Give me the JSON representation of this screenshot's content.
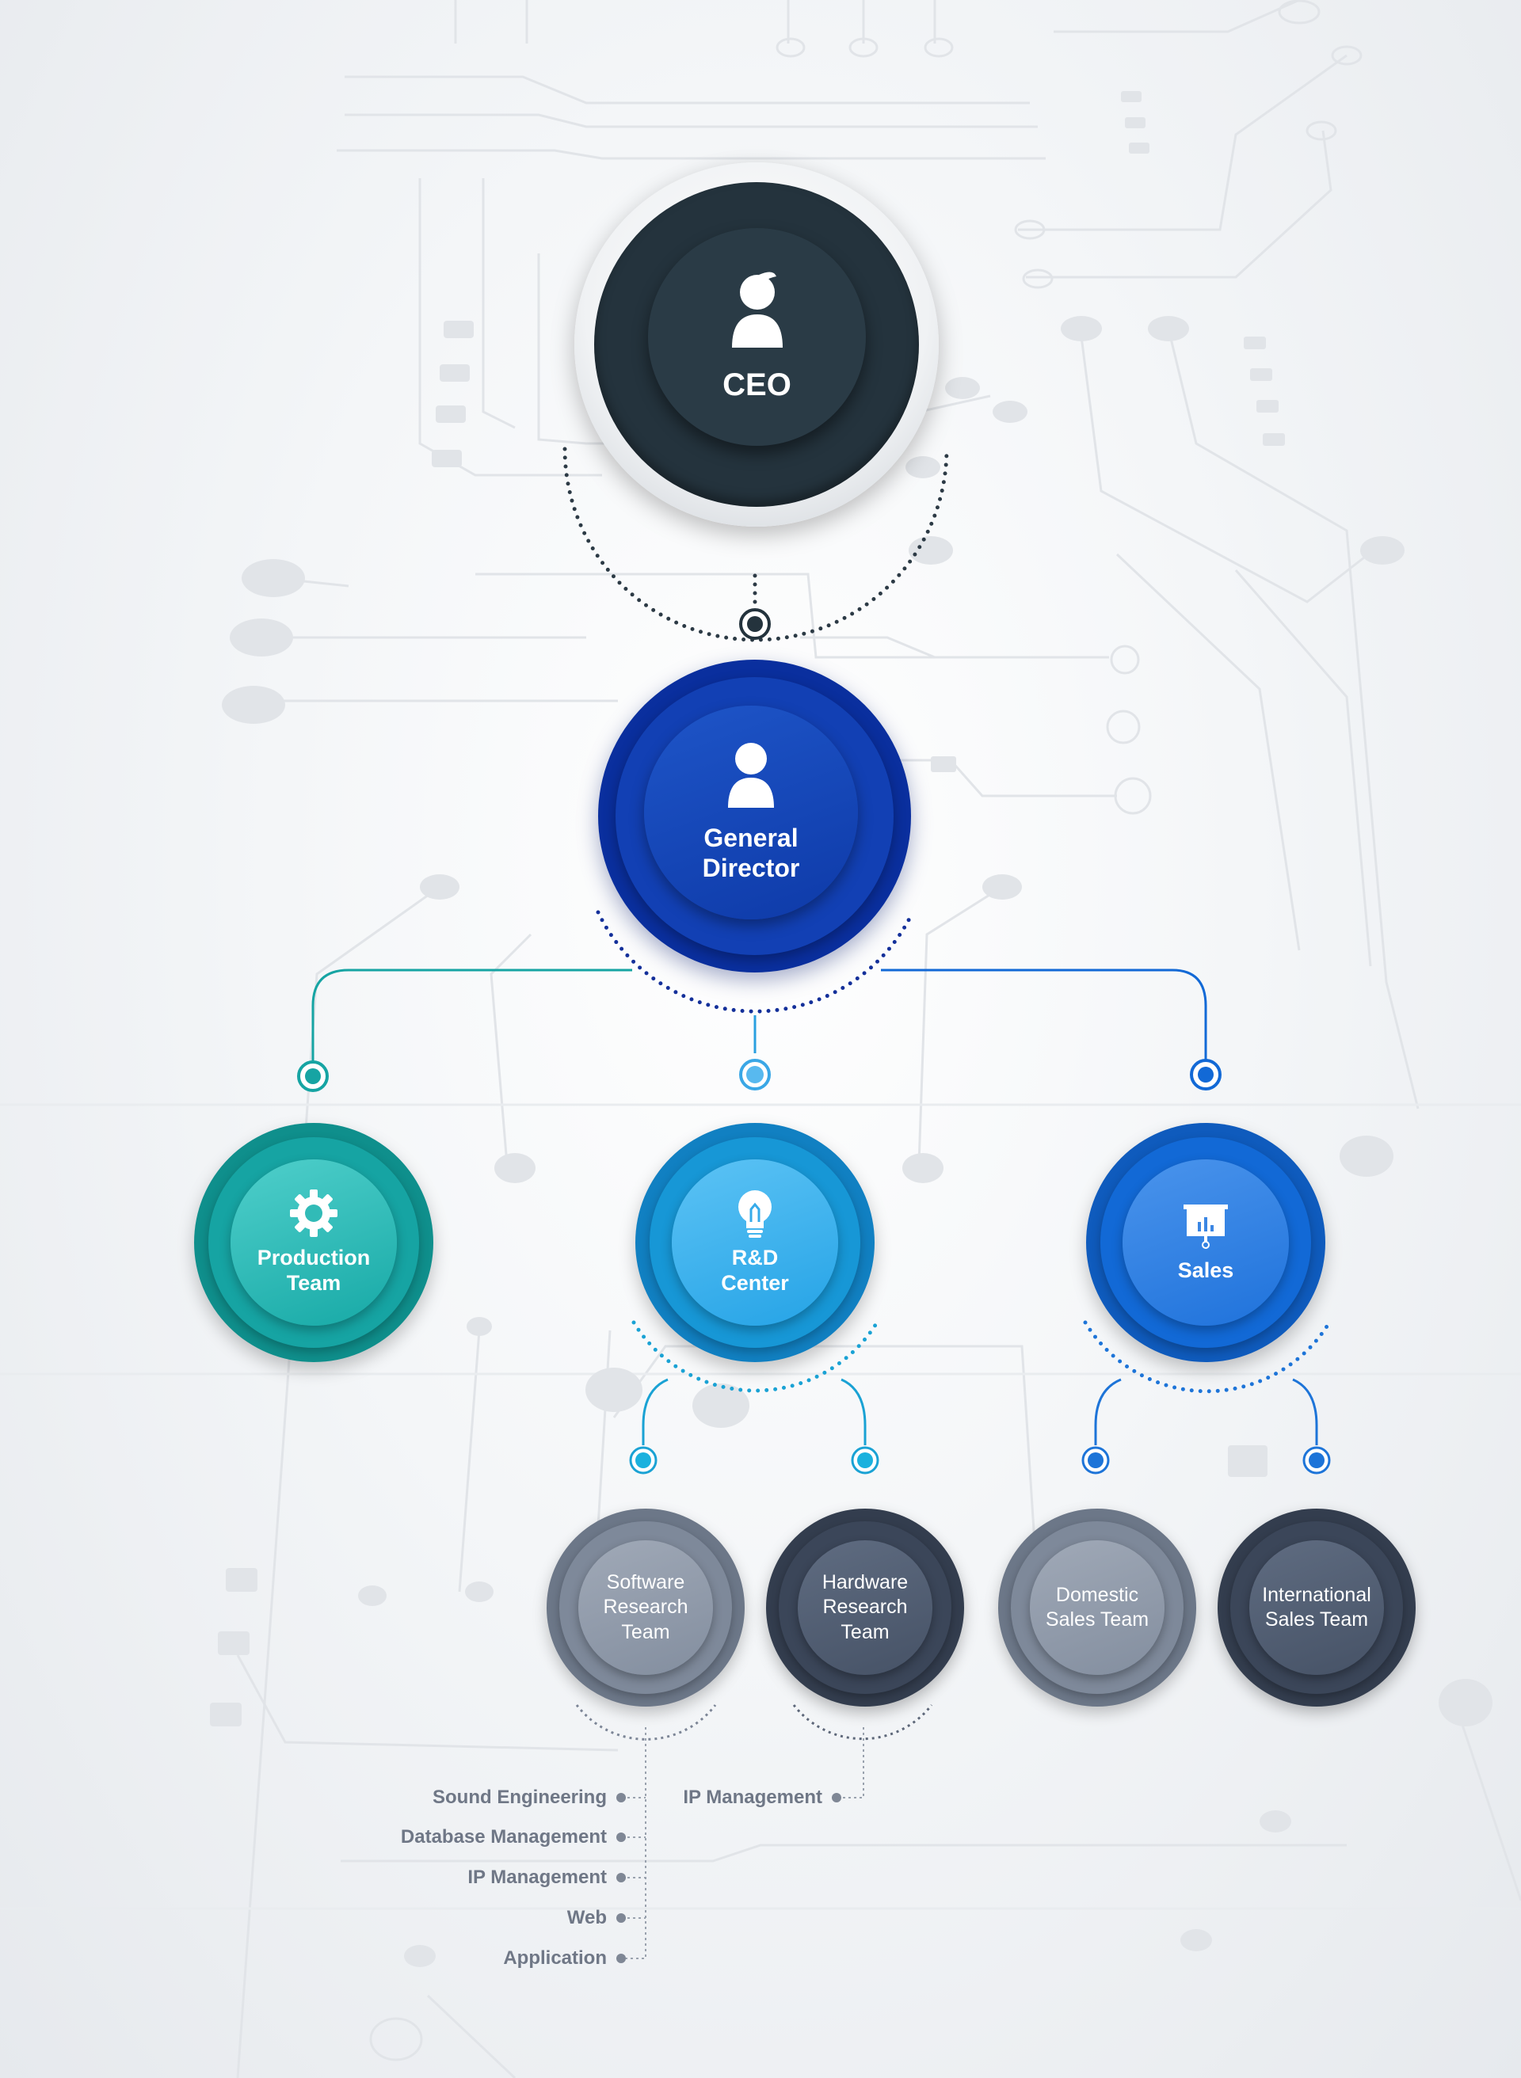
{
  "colors": {
    "ceo": "#24333d",
    "director": "#0a2f9e",
    "production": "#16a4a3",
    "rnd": "#1797d6",
    "sales": "#1269d6",
    "slate_light": "#6c7788",
    "slate_dark": "#3b4659",
    "list_text": "#6f7786"
  },
  "nodes": {
    "ceo": {
      "label": "CEO",
      "icon": "person-icon"
    },
    "general_director": {
      "label": "General\nDirector",
      "icon": "person-icon"
    },
    "production": {
      "label": "Production\nTeam",
      "icon": "gear-icon"
    },
    "rnd": {
      "label": "R&D\nCenter",
      "icon": "lightbulb-icon"
    },
    "sales": {
      "label": "Sales",
      "icon": "presentation-board-icon"
    },
    "software_research": {
      "label": "Software\nResearch\nTeam"
    },
    "hardware_research": {
      "label": "Hardware\nResearch\nTeam"
    },
    "domestic_sales": {
      "label": "Domestic\nSales Team"
    },
    "international_sales": {
      "label": "International\nSales Team"
    }
  },
  "software_research_items": [
    "Sound Engineering",
    "Database Management",
    "IP Management",
    "Web",
    "Application"
  ],
  "hardware_research_items": [
    "IP Management"
  ]
}
